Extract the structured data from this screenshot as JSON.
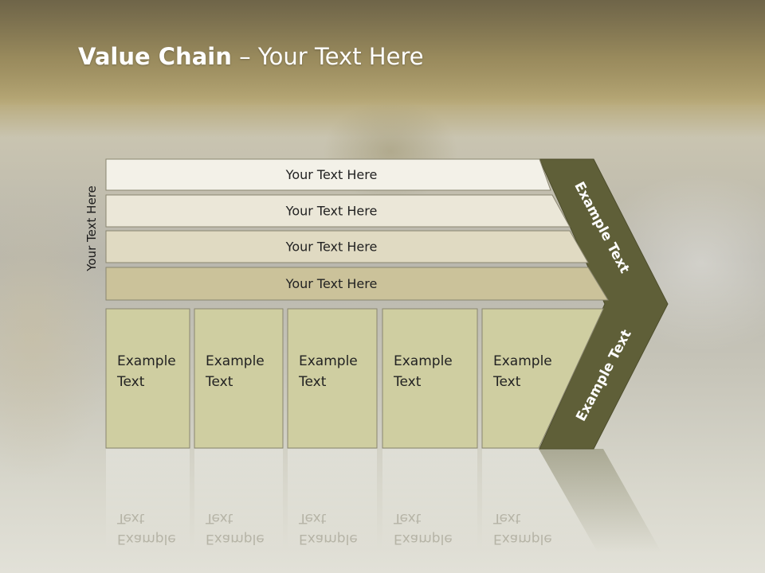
{
  "title": {
    "bold": "Value Chain",
    "rest": " – Your Text Here"
  },
  "side_label": "Your Text Here",
  "rows": [
    {
      "label": "Your Text Here",
      "fill": "#f3f1e8"
    },
    {
      "label": "Your Text Here",
      "fill": "#ebe7d8"
    },
    {
      "label": "Your Text Here",
      "fill": "#e0dac2"
    },
    {
      "label": "Your Text Here",
      "fill": "#cbc29a"
    }
  ],
  "columns": [
    {
      "line1": "Example",
      "line2": "Text"
    },
    {
      "line1": "Example",
      "line2": "Text"
    },
    {
      "line1": "Example",
      "line2": "Text"
    },
    {
      "line1": "Example",
      "line2": "Text"
    },
    {
      "line1": "Example",
      "line2": "Text"
    }
  ],
  "chevron_upper_label": "Example Text",
  "chevron_lower_label": "Example Text",
  "colors": {
    "chevron": "#5f5f38",
    "column_fill": "#cfcea1",
    "border": "#8a8670"
  }
}
